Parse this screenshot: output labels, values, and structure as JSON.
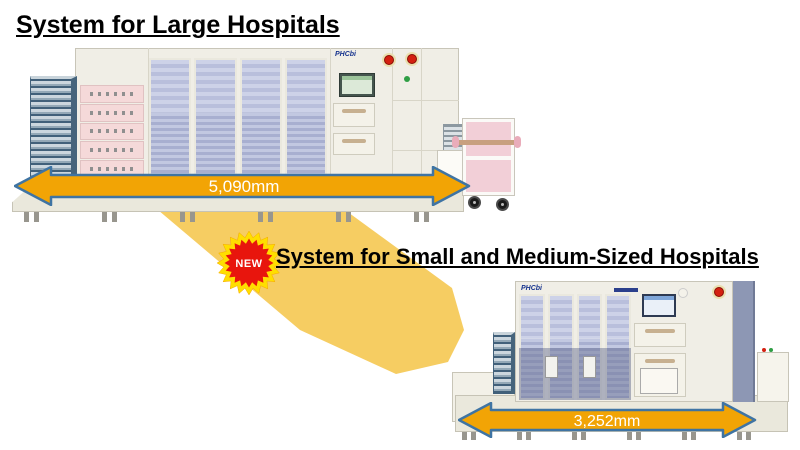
{
  "large_section": {
    "title": "System for Large Hospitals",
    "dimension": "5,090mm",
    "brand": "PHCbi"
  },
  "small_section": {
    "badge": "NEW",
    "title": "System for Small and Medium-Sized Hospitals",
    "dimension": "3,252mm",
    "brand": "PHCbi"
  },
  "colors": {
    "arrow_fill": "#F2A405",
    "arrow_outline": "#3F74A3",
    "swoosh_yellow": "#F6CD62",
    "badge_red": "#E8150D",
    "badge_spike_yellow": "#FFDE00",
    "heading_text": "#000000"
  }
}
